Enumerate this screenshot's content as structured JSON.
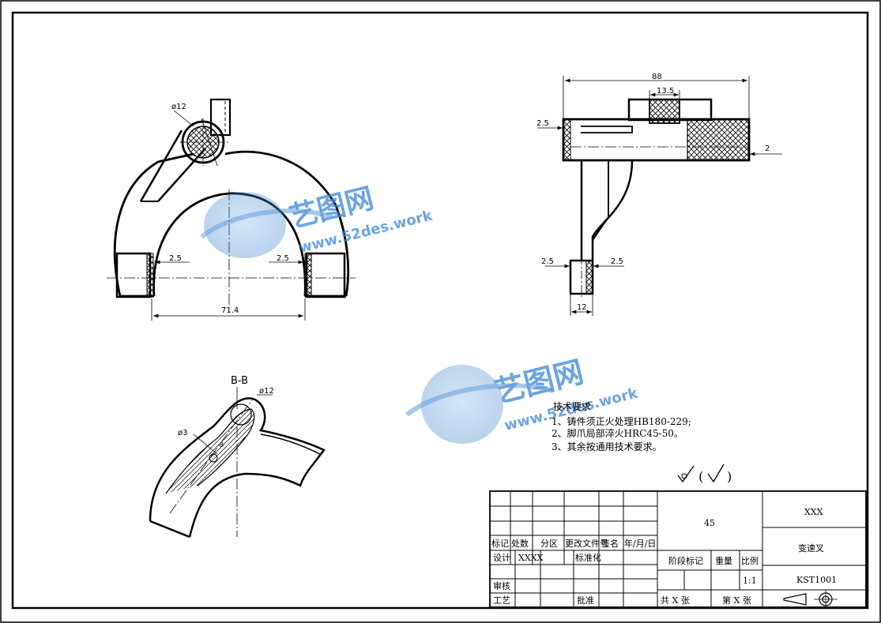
{
  "watermarks": [
    {
      "name": "艺图网",
      "url": "www.52des.work"
    },
    {
      "name": "艺图网",
      "url": "www.52des.work"
    }
  ],
  "dimensions": {
    "front_dia": "ø12",
    "front_left_thk": "2.5",
    "front_right_thk": "2.5",
    "front_width": "71.4",
    "side_overall": "88",
    "side_slot": "13.5",
    "side_top_thk": "2.5",
    "side_right_thk": "2",
    "side_foot_left": "2.5",
    "side_foot_right": "2.5",
    "side_foot_width": "12",
    "section_title": "B-B",
    "section_dia": "ø12",
    "section_small_dia": "ø3",
    "section_hole": "8"
  },
  "tech_requirements": {
    "title": "技术要求",
    "items": [
      "1、铸件须正火处理HB180-229;",
      "2、脚爪局部淬火HRC45-50。",
      "3、其余按通用技术要求。"
    ]
  },
  "roughness": {
    "paren_open": "(",
    "paren_close": ")"
  },
  "title_block": {
    "material": "45",
    "company": "XXX",
    "part_name": "变速叉",
    "drawing_no": "KST1001",
    "scale": "1:1",
    "scale_label": "比例",
    "weight_label": "重量",
    "stage_label": "阶段标记",
    "sheets_total": "共 X 张",
    "sheet_no": "第 X 张",
    "hdr_mark": "标记",
    "hdr_count": "处数",
    "hdr_zone": "分区",
    "hdr_docno": "更改文件号",
    "hdr_sign": "签名",
    "hdr_date": "年/月/日",
    "design": "设计",
    "designer": "XXXX",
    "standard": "标准化",
    "review": "审核",
    "process": "工艺",
    "approve": "批准"
  }
}
